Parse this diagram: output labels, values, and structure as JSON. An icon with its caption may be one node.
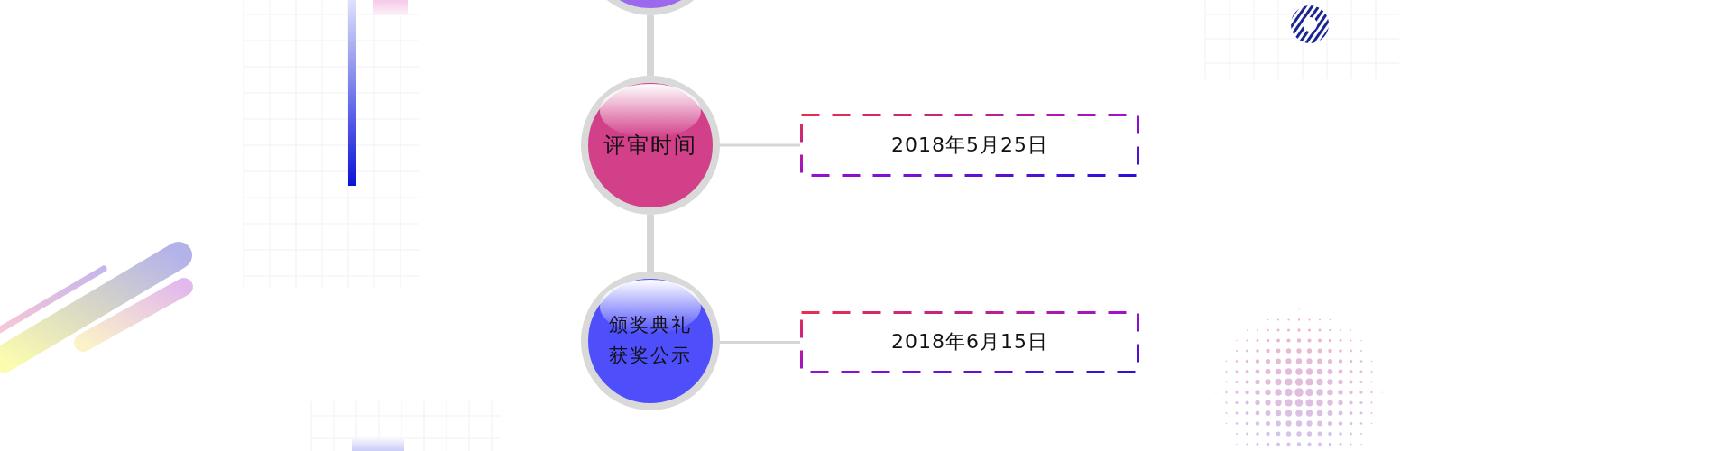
{
  "diagram": {
    "nodes": [
      {
        "text": [],
        "shape": "circle"
      },
      {
        "text": [
          "评审时间"
        ]
      },
      {
        "text": [
          "2018年5月25日"
        ]
      },
      {
        "text": [
          "颁奖典礼",
          "获奖公示"
        ]
      },
      {
        "text": [
          "2018年6月15日"
        ]
      }
    ],
    "edges": [
      {
        "from": 0,
        "to": 1,
        "arrow": "none",
        "style": "thick"
      },
      {
        "from": 1,
        "to": 2,
        "arrow": "none"
      },
      {
        "from": 1,
        "to": 3,
        "arrow": "none",
        "style": "thick"
      },
      {
        "from": 3,
        "to": 4,
        "arrow": "none"
      }
    ]
  }
}
